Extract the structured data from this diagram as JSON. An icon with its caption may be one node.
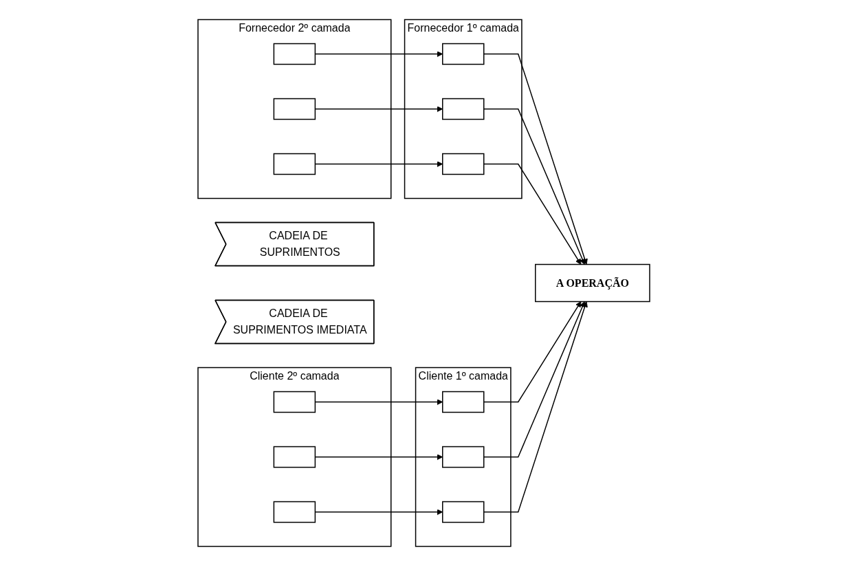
{
  "diagram": {
    "nodes": [
      {
        "text": [
          "Fornecedor 2º camada"
        ]
      },
      {
        "text": [],
        "shape": "box",
        "in": 0
      },
      {
        "text": [],
        "shape": "box",
        "in": 0
      },
      {
        "text": [],
        "shape": "box",
        "in": 0
      },
      {
        "text": [
          "Fornecedor 1º camada"
        ]
      },
      {
        "text": [],
        "shape": "box",
        "in": 4
      },
      {
        "text": [],
        "shape": "box",
        "in": 4
      },
      {
        "text": [],
        "shape": "box",
        "in": 4
      },
      {
        "text": [
          "A OPERAÇÃO"
        ]
      },
      {
        "text": [
          "Cliente 1º camada"
        ]
      },
      {
        "text": [],
        "shape": "box",
        "in": 9
      },
      {
        "text": [],
        "shape": "box",
        "in": 9
      },
      {
        "text": [],
        "shape": "box",
        "in": 9
      },
      {
        "text": [
          "Cliente 2º camada"
        ]
      },
      {
        "text": [],
        "shape": "box",
        "in": 13
      },
      {
        "text": [],
        "shape": "box",
        "in": 13
      },
      {
        "text": [],
        "shape": "box",
        "in": 13
      },
      {
        "text": [
          "CADEIA DE SUPRIMENTOS"
        ]
      },
      {
        "text": [
          "CADEIA DE SUPRIMENTOS IMEDIATA"
        ]
      }
    ],
    "edges": [
      {
        "from": 1,
        "to": 5,
        "arrow": "to"
      },
      {
        "from": 2,
        "to": 6,
        "arrow": "to"
      },
      {
        "from": 3,
        "to": 7,
        "arrow": "to"
      },
      {
        "from": 5,
        "to": 8,
        "arrow": "to"
      },
      {
        "from": 6,
        "to": 8,
        "arrow": "to"
      },
      {
        "from": 7,
        "to": 8,
        "arrow": "to"
      },
      {
        "from": 10,
        "to": 8,
        "arrow": "to"
      },
      {
        "from": 11,
        "to": 8,
        "arrow": "to"
      },
      {
        "from": 12,
        "to": 8,
        "arrow": "to"
      },
      {
        "from": 14,
        "to": 10,
        "arrow": "to"
      },
      {
        "from": 15,
        "to": 11,
        "arrow": "to"
      },
      {
        "from": 16,
        "to": 12,
        "arrow": "to"
      }
    ]
  }
}
